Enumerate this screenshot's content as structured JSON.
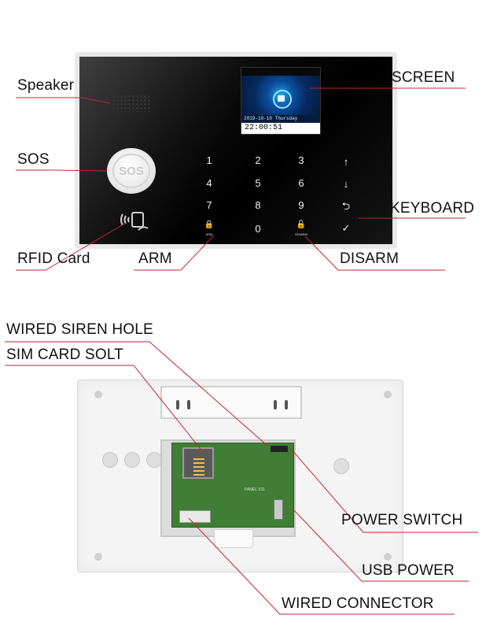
{
  "labels": {
    "speaker": "Speaker",
    "sos": "SOS",
    "rfid_card": "RFID Card",
    "arm": "ARM",
    "disarm": "DISARM",
    "screen": "SCREEN",
    "keyboard": "KEYBOARD",
    "wired_siren_hole": "WIRED SIREN HOLE",
    "sim_card_slot": "SIM CARD SOLT",
    "power_switch": "POWER SWITCH",
    "usb_power": "USB POWER",
    "wired_connector": "WIRED CONNECTOR"
  },
  "device": {
    "sos_button_text": "SOS",
    "screen": {
      "date_line": "2019-10-10  Thursday",
      "time": "22:00:51"
    },
    "keypad": {
      "row1": [
        "1",
        "2",
        "3",
        "↑"
      ],
      "row2": [
        "4",
        "5",
        "6",
        "↓"
      ],
      "row3": [
        "7",
        "8",
        "9",
        "⮌"
      ],
      "row4": [
        "🔒",
        "0",
        "🔓",
        "✓"
      ],
      "arm_caption": "ARM",
      "disarm_caption": "DISARM"
    },
    "pcb_text": "PANEL V11"
  },
  "colors": {
    "leader_line": "#c1272d",
    "label_text": "#111111"
  }
}
